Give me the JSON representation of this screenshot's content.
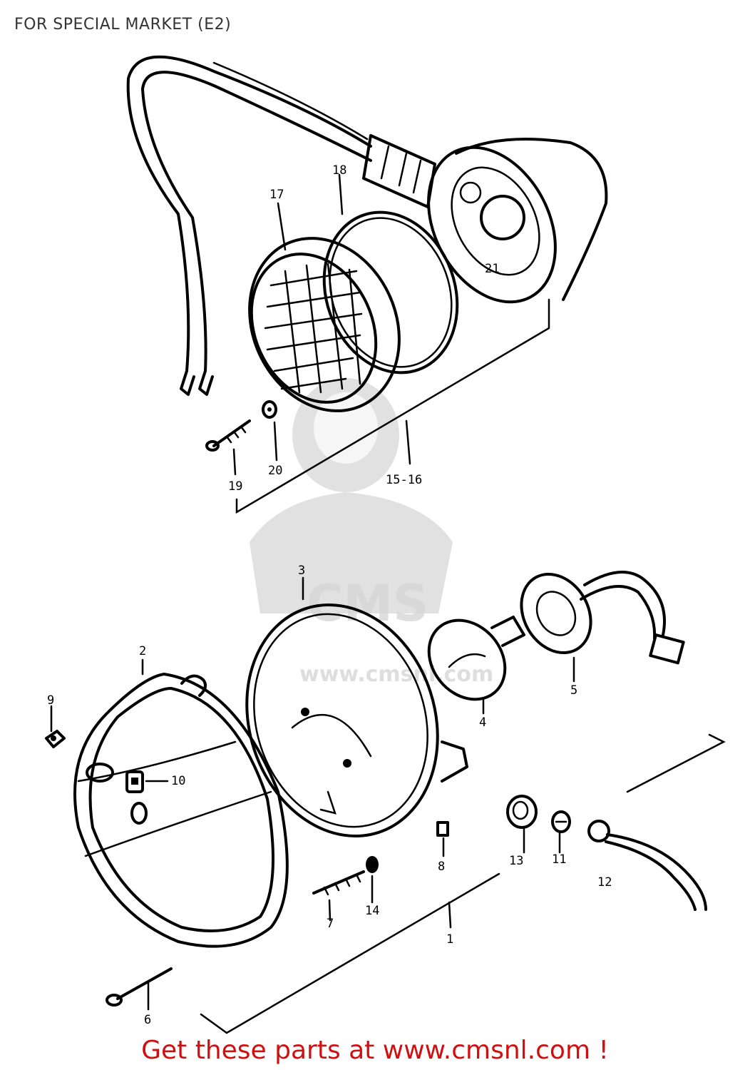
{
  "header": {
    "text": "FOR SPECIAL MARKET (E2)"
  },
  "footer": {
    "cta_text": "Get these parts at www.cmsnl.com !"
  },
  "watermark": {
    "brand": "CMS",
    "url": "www.cmsnl.com"
  },
  "colors": {
    "cta": "#d01010",
    "ink": "#000000",
    "watermark": "#c8c8c8"
  },
  "callouts": {
    "c1": "1",
    "c2": "2",
    "c3": "3",
    "c4": "4",
    "c5": "5",
    "c6": "6",
    "c7": "7",
    "c8": "8",
    "c9": "9",
    "c10": "10",
    "c11": "11",
    "c12": "12",
    "c13": "13",
    "c14": "14",
    "c15_16": "15-16",
    "c17": "17",
    "c18": "18",
    "c19": "19",
    "c20": "20",
    "c21": "21"
  }
}
